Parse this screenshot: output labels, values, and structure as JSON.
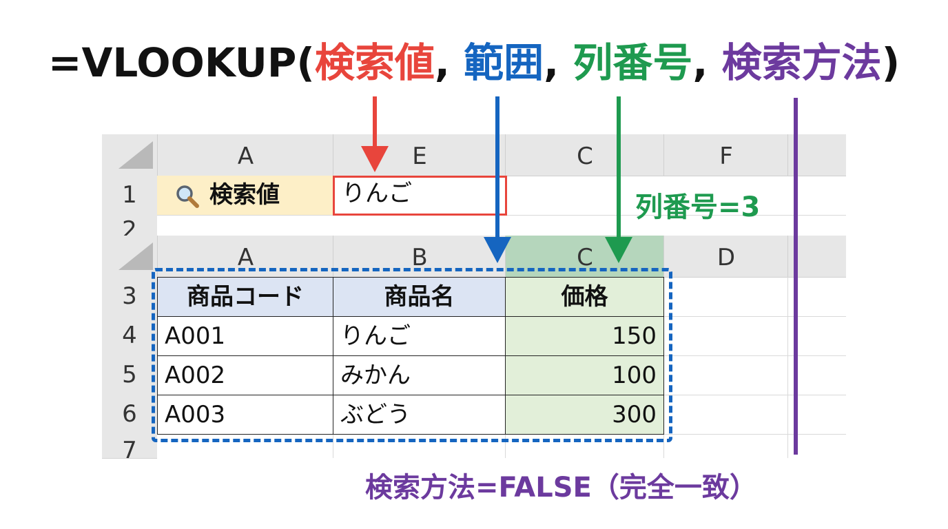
{
  "formula": {
    "prefix": "=VLOOKUP(",
    "arg1": "検索値",
    "sep1": ", ",
    "arg2": "範囲",
    "sep2": ", ",
    "arg3": "列番号",
    "sep3": ", ",
    "arg4": "検索方法",
    "suffix": ")"
  },
  "top_grid": {
    "columns": [
      "A",
      "E",
      "C",
      "F"
    ],
    "rows": [
      "1",
      "2"
    ],
    "search_label": "検索値",
    "search_icon": "magnifier-icon",
    "lookup_value": "りんご"
  },
  "main_grid": {
    "columns": [
      "A",
      "B",
      "C",
      "D"
    ],
    "rows": [
      "3",
      "4",
      "5",
      "6",
      "7"
    ],
    "headers": [
      "商品コード",
      "商品名",
      "価格"
    ],
    "data": [
      [
        "A001",
        "りんご",
        "150"
      ],
      [
        "A002",
        "みかん",
        "100"
      ],
      [
        "A003",
        "ぶどう",
        "300"
      ]
    ]
  },
  "annotations": {
    "col_index": "列番号=3",
    "lookup_method": "検索方法=FALSE（完全一致）"
  },
  "colors": {
    "lookup_value": "#e8453c",
    "range": "#1565c0",
    "col_index": "#1e9a4f",
    "lookup_method": "#6c3a9e",
    "table_header": "#dce4f3",
    "price_column": "#e2efd9",
    "search_label": "#fdefc7"
  }
}
